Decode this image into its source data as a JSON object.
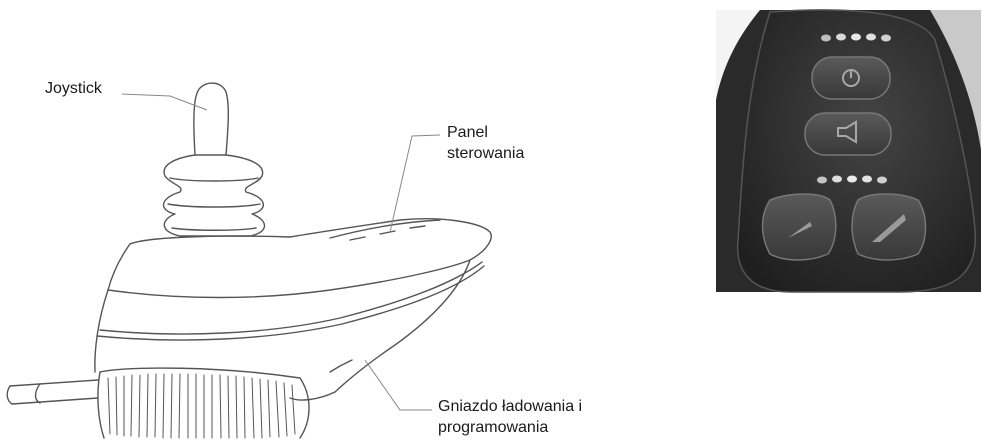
{
  "labels": {
    "joystick": "Joystick",
    "control_panel": [
      "Panel",
      "sterowania"
    ],
    "charging_socket": [
      "Gniazdo ładowania i",
      "programowania"
    ]
  },
  "colors": {
    "line_art": "#555555",
    "panel_body": "#2e2e2e",
    "panel_face": "#3b3b3b",
    "button_fill": "#4a4a4a",
    "led": "#e8e8e8"
  },
  "icons": {
    "power_button": "power-icon",
    "horn_button": "horn-icon",
    "speed_down_button": "speed-decrease-icon",
    "speed_up_button": "speed-increase-icon"
  }
}
